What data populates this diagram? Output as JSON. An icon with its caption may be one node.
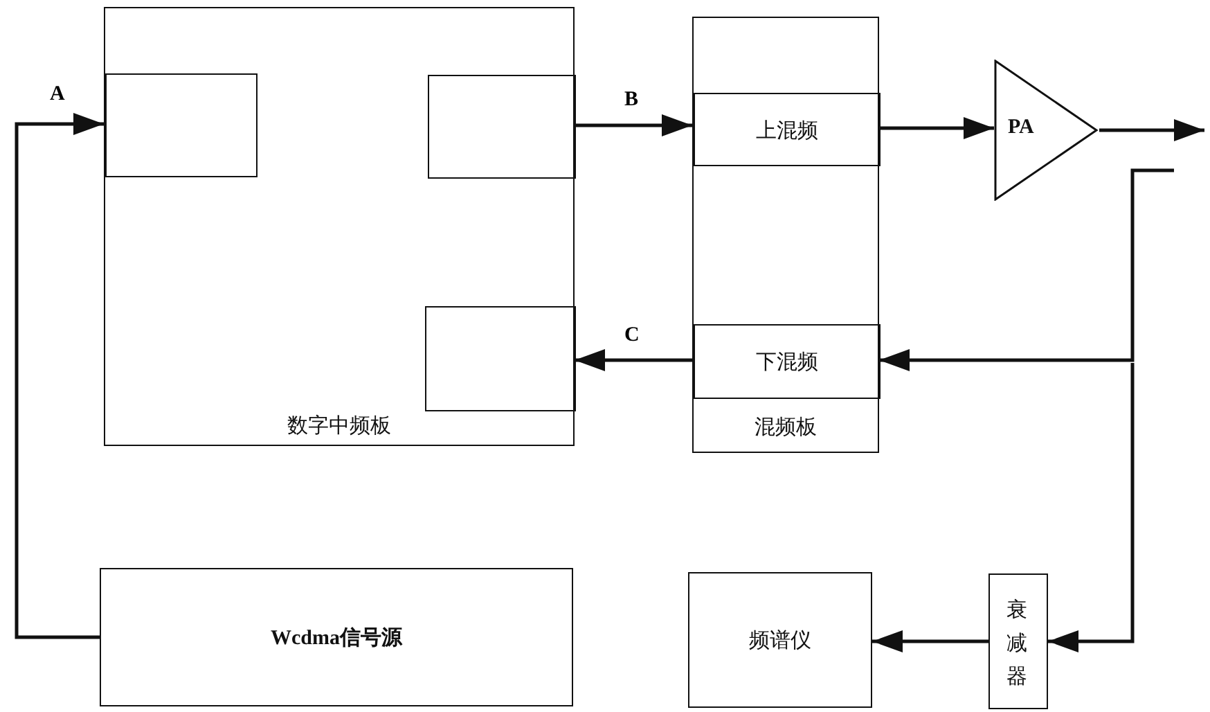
{
  "diagram": {
    "nodes": [
      {
        "text": [
          "数字中频板"
        ]
      },
      {
        "text": [],
        "shape": "box",
        "in": 0
      },
      {
        "text": [],
        "shape": "box",
        "in": 0
      },
      {
        "text": [],
        "shape": "box",
        "in": 0
      },
      {
        "text": [
          "混频板"
        ]
      },
      {
        "text": [
          "上混频"
        ],
        "in": 4
      },
      {
        "text": [
          "下混频"
        ],
        "in": 4
      },
      {
        "text": [
          "PA"
        ]
      },
      {
        "text": [
          "Wcdma信号源"
        ]
      },
      {
        "text": [
          "频谱仪"
        ]
      },
      {
        "text": [
          "衰减器"
        ]
      }
    ],
    "edges": [
      {
        "from": 8,
        "to": 1,
        "arrow": "to",
        "label": "A"
      },
      {
        "from": 2,
        "to": 5,
        "arrow": "to",
        "label": "B"
      },
      {
        "from": 6,
        "to": 3,
        "arrow": "to",
        "label": "C"
      },
      {
        "from": 5,
        "to": 7,
        "arrow": "to"
      },
      {
        "from": 7,
        "to": null,
        "arrow": "to"
      },
      {
        "from": null,
        "to": 6,
        "arrow": "to"
      },
      {
        "from": null,
        "to": 10,
        "arrow": "to"
      },
      {
        "from": 10,
        "to": 9,
        "arrow": "to"
      }
    ]
  }
}
